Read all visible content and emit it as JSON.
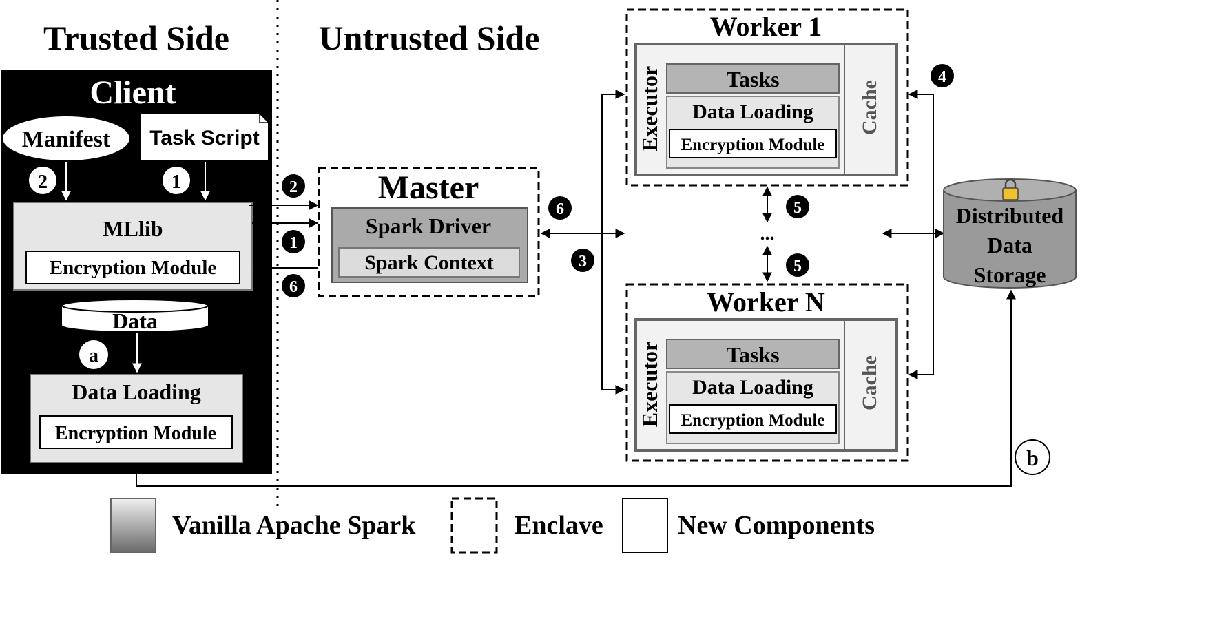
{
  "headers": {
    "trusted": "Trusted Side",
    "untrusted": "Untrusted Side"
  },
  "client": {
    "title": "Client",
    "manifest": "Manifest",
    "task_script": "Task Script",
    "mllib": "MLlib",
    "mllib_encryption": "Encryption Module",
    "data": "Data",
    "data_loading": "Data Loading",
    "data_loading_encryption": "Encryption Module"
  },
  "master": {
    "title": "Master",
    "driver": "Spark Driver",
    "context": "Spark Context"
  },
  "workers": [
    {
      "title": "Worker 1",
      "executor": "Executor",
      "tasks": "Tasks",
      "data_loading": "Data Loading",
      "encryption": "Encryption Module",
      "cache": "Cache"
    },
    {
      "title": "Worker N",
      "executor": "Executor",
      "tasks": "Tasks",
      "data_loading": "Data Loading",
      "encryption": "Encryption Module",
      "cache": "Cache"
    }
  ],
  "ellipsis": "...",
  "storage": {
    "line1": "Distributed",
    "line2": "Data",
    "line3": "Storage"
  },
  "steps": {
    "one": "1",
    "two": "2",
    "three": "3",
    "four": "4",
    "five": "5",
    "six": "6",
    "a": "a",
    "b": "b"
  },
  "legend": {
    "vanilla": "Vanilla Apache Spark",
    "enclave": "Enclave",
    "new": "New Components"
  },
  "colors": {
    "client_bg": "#000000",
    "component_fill": "#e6e6e6",
    "driver_fill": "#aaaaaa",
    "tasks_fill": "#b4b4b4",
    "storage_fill": "#9a9a9a",
    "lock": "#f2c12e"
  }
}
